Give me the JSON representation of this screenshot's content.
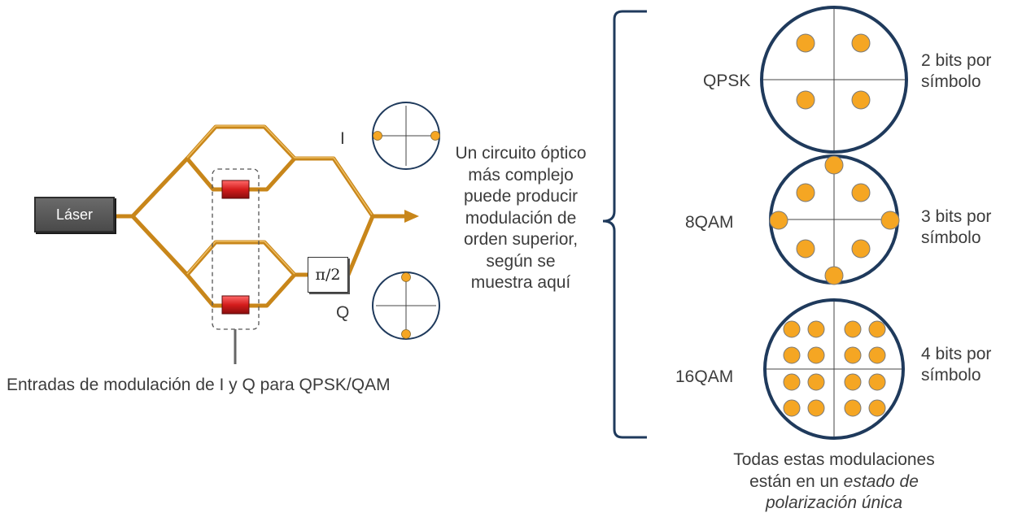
{
  "laser": {
    "label": "Láser"
  },
  "phase_shifter": {
    "label": "π/2"
  },
  "iq_labels": {
    "i": "I",
    "q": "Q"
  },
  "modulation_inputs": {
    "caption": "Entradas de modulación de I y Q para QPSK/QAM"
  },
  "explanation": {
    "lines": [
      "Un circuito óptico",
      "más complejo",
      "puede producir",
      "modulación de",
      "orden superior,",
      "según se",
      "muestra aquí"
    ]
  },
  "constellations": [
    {
      "name": "QPSK",
      "bits_line1": "2 bits por",
      "bits_line2": "símbolo"
    },
    {
      "name": "8QAM",
      "bits_line1": "3 bits por",
      "bits_line2": "símbolo"
    },
    {
      "name": "16QAM",
      "bits_line1": "4 bits por",
      "bits_line2": "símbolo"
    }
  ],
  "footnote": {
    "line1": "Todas estas modulaciones",
    "line2_plain": "están en un ",
    "line2_italic": "estado de",
    "line3_italic": "polarización única"
  },
  "colors": {
    "waveguide": "#c8861a",
    "waveguide_light": "#e9b04a",
    "dot_fill": "#f5a623",
    "circle_stroke": "#1f3a5c",
    "modulator": "#d42020",
    "text": "#3c3c3c"
  }
}
